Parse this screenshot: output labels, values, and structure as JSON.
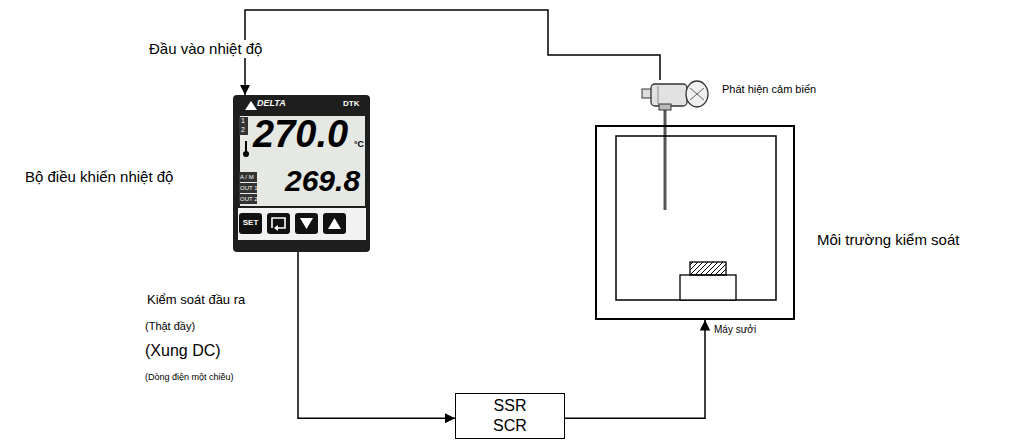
{
  "diagram": {
    "nodes": [
      {
        "text": [
          "Bộ điều khiển nhiệt độ",
          "DELTA",
          "DTK",
          "1",
          "2",
          "270.0",
          "°C",
          "269.8",
          "A / M",
          "OUT 1",
          "OUT 2",
          "SET"
        ]
      },
      {
        "text": [
          "Phát hiện cảm biến"
        ]
      },
      {
        "text": [
          "Môi trường kiểm soát"
        ]
      },
      {
        "text": [
          "SSR SCR"
        ]
      }
    ],
    "edges": [
      {
        "from": 1,
        "to": 0,
        "arrow": "to",
        "label": "Đầu vào nhiệt độ"
      },
      {
        "from": 0,
        "to": 3,
        "arrow": "to",
        "label": "Kiểm soát đầu ra"
      },
      {
        "from": 3,
        "to": 2,
        "arrow": "to",
        "label": "Máy sưởi"
      }
    ],
    "labels": [
      "(Thật đầy)",
      "(Xung DC)",
      "(Dòng điện một chiều)"
    ]
  }
}
